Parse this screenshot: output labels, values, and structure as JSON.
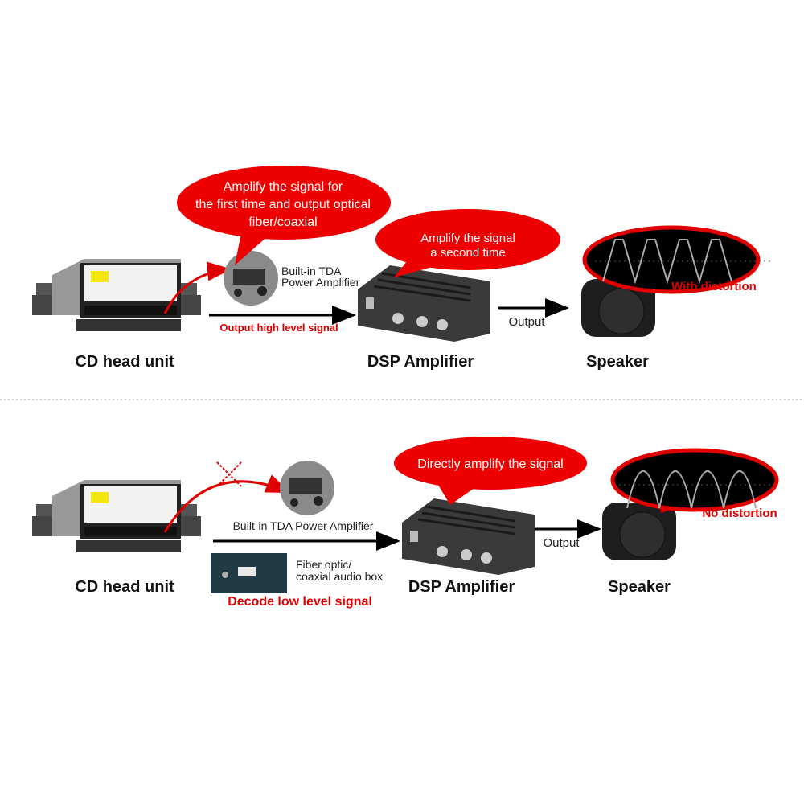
{
  "colors": {
    "accent": "#e00000",
    "bubble": "#ee0000",
    "dark": "#2a2a2a"
  },
  "top": {
    "bubble_lines": [
      "Amplify the signal for",
      "the first time and output optical",
      "fiber/coaxial"
    ],
    "tda_lines": [
      "Built-in TDA",
      "Power Amplifier"
    ],
    "signal_label": "Output high level signal",
    "amp_bubble_lines": [
      "Amplify the signal",
      "a second time"
    ],
    "output_label": "Output",
    "distortion_label": "With distortion",
    "head_unit_label": "CD head unit",
    "amp_label": "DSP Amplifier",
    "speaker_label": "Speaker"
  },
  "bottom": {
    "tda_label": "Built-in TDA Power Amplifier",
    "box_lines": [
      "Fiber optic/",
      "coaxial audio box"
    ],
    "signal_label": "Decode low level signal",
    "amp_bubble": "Directly amplify the signal",
    "output_label": "Output",
    "distortion_label": "No distortion",
    "head_unit_label": "CD head unit",
    "amp_label": "DSP Amplifier",
    "speaker_label": "Speaker"
  }
}
